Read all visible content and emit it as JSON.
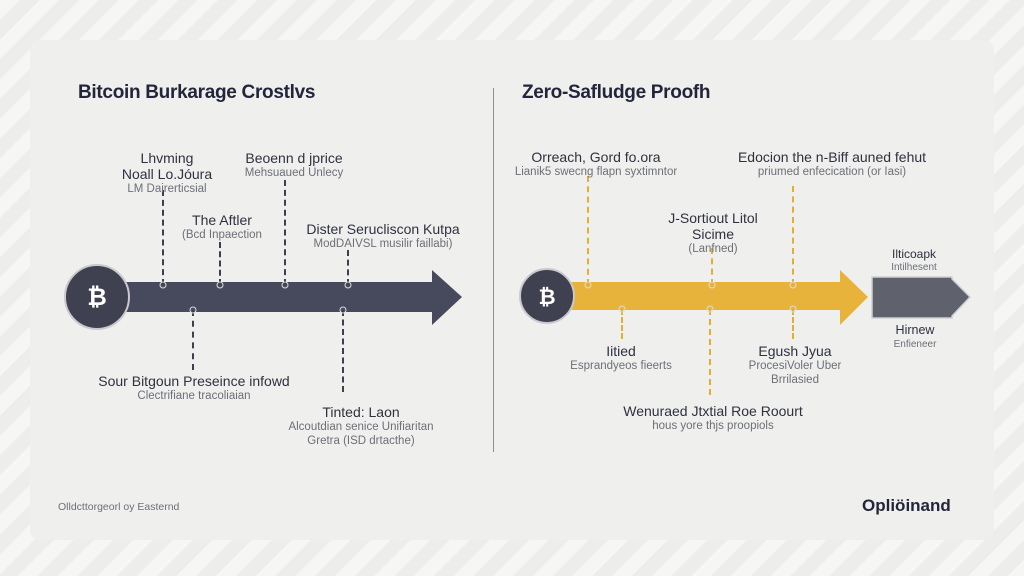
{
  "left": {
    "title": "Bitcoin Burkarage Crostlvs",
    "top_labels": [
      {
        "heading": "Lhvming\nNoall Lo.Jóura",
        "sub": "LM Dairerticsial"
      },
      {
        "heading": "Beoenn d jprice",
        "sub": "Mehsuaued Unlecy"
      },
      {
        "heading": "The Aftler",
        "sub": "(Bcd Inpaection"
      },
      {
        "heading": "Dister Serucliscon Kutpa",
        "sub": "ModDAIVSL musilir faillabi)"
      }
    ],
    "bottom_labels": [
      {
        "heading": "Sour Bitgoun Preseince infowd",
        "sub": "Clectrifiane tracoliaian"
      },
      {
        "heading": "Tinted: Laon",
        "sub": "Alcoutdian senice Unifiaritan\nGretra (ISD drtacthe)"
      }
    ],
    "icon": "bitcoin-icon",
    "color": "#474a5c"
  },
  "right": {
    "title": "Zero-Safludge Proofh",
    "top_labels": [
      {
        "heading": "Orreach, Gord fo.ora",
        "sub": "Lianik5 swecng flapn syxtimntor"
      },
      {
        "heading": "Edocion the n-Biff auned fehut",
        "sub": "priumed enfecication (or Iasi)"
      },
      {
        "heading": "J-Sortiout Litol\nSicime",
        "sub": "(Lanfned)"
      },
      {
        "heading": "Ilticoapk",
        "sub": "Intilhesent"
      }
    ],
    "bottom_labels": [
      {
        "heading": "Iitied",
        "sub": "Esprandyeos fieerts"
      },
      {
        "heading": "Egush Jyua",
        "sub": "ProcesiVoler Uber\nBrrilasied"
      },
      {
        "heading": "Wenuraed Jtxtial Roe Roourt",
        "sub": "hous yore thjs proopiols"
      },
      {
        "heading": "Hirnew",
        "sub": "Enfieneer"
      }
    ],
    "icon": "bitcoin-icon",
    "color": "#e8b33a",
    "end_color": "#5f616d"
  },
  "footer": {
    "left": "Olldcttorgeorl oy Easternd",
    "brand": "Opliöinand"
  }
}
